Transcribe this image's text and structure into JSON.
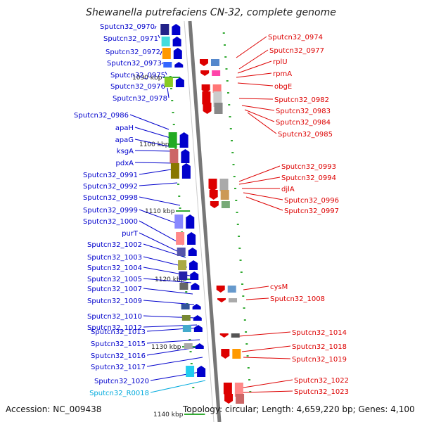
{
  "title": "Shewanella putrefaciens CN-32, complete genome",
  "accession_text": "Accession: NC_009438",
  "summary_text": "Topology: circular; Length: 4,659,220 bp; Genes: 4,100",
  "kbp_labels": [
    "1090 kbp",
    "1100 kbp",
    "1110 kbp",
    "1120 kbp",
    "1130 kbp",
    "1140 kbp"
  ],
  "left_genes": [
    "Sputcn32_0970",
    "Sputcn32_0971",
    "Sputcn32_0972",
    "Sputcn32_0973",
    "Sputcn32_0975",
    "Sputcn32_0976",
    "Sputcn32_0978",
    "Sputcn32_0986",
    "apaH",
    "apaG",
    "ksgA",
    "pdxA",
    "Sputcn32_0991",
    "Sputcn32_0992",
    "Sputcn32_0998",
    "Sputcn32_0999",
    "Sputcn32_1000",
    "purT",
    "Sputcn32_1002",
    "Sputcn32_1003",
    "Sputcn32_1004",
    "Sputcn32_1005",
    "Sputcn32_1007",
    "Sputcn32_1009",
    "Sputcn32_1010",
    "Sputcn32_1012",
    "Sputcn32_1013",
    "Sputcn32_1015",
    "Sputcn32_1016",
    "Sputcn32_1017",
    "Sputcn32_1020",
    "Sputcn32_R0018"
  ],
  "right_genes": [
    "Sputcn32_0974",
    "Sputcn32_0977",
    "rplU",
    "rpmA",
    "obgE",
    "Sputcn32_0982",
    "Sputcn32_0983",
    "Sputcn32_0984",
    "Sputcn32_0985",
    "Sputcn32_0993",
    "Sputcn32_0994",
    "djlA",
    "Sputcn32_0996",
    "Sputcn32_0997",
    "cysM",
    "Sputcn32_1008",
    "Sputcn32_1014",
    "Sputcn32_1018",
    "Sputcn32_1019",
    "Sputcn32_1022",
    "Sputcn32_1023"
  ],
  "colors": {
    "forward": "#0000cc",
    "reverse": "#dd0000",
    "rna": "#00aadd",
    "backbone": "#777777"
  }
}
